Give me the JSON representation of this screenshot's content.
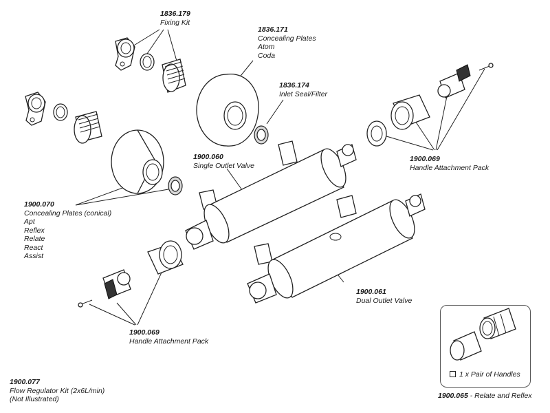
{
  "parts": {
    "fixing_kit": {
      "code": "1836.179",
      "lines": [
        "Fixing Kit"
      ]
    },
    "concealing_plates": {
      "code": "1836.171",
      "lines": [
        "Concealing Plates",
        "Atom",
        "Coda"
      ]
    },
    "inlet_seal": {
      "code": "1836.174",
      "lines": [
        "Inlet Seal/Filter"
      ]
    },
    "handle_pack_right": {
      "code": "1900.069",
      "lines": [
        "Handle Attachment Pack"
      ]
    },
    "single_outlet": {
      "code": "1900.060",
      "lines": [
        "Single Outlet Valve"
      ]
    },
    "conical_plates": {
      "code": "1900.070",
      "lines": [
        "Concealing Plates (conical)",
        "Apt",
        "Reflex",
        "Relate",
        "React",
        "Assist"
      ]
    },
    "handle_pack_left": {
      "code": "1900.069",
      "lines": [
        "Handle Attachment Pack"
      ]
    },
    "dual_outlet": {
      "code": "1900.061",
      "lines": [
        "Dual Outlet Valve"
      ]
    },
    "flow_regulator": {
      "code": "1900.077",
      "lines": [
        "Flow Regulator Kit (2x6L/min)",
        "(Not Illustrated)"
      ]
    }
  },
  "inset": {
    "note": "1 x Pair of Handles",
    "caption_code": "1900.065",
    "caption_text": " - Relate and Reflex"
  }
}
